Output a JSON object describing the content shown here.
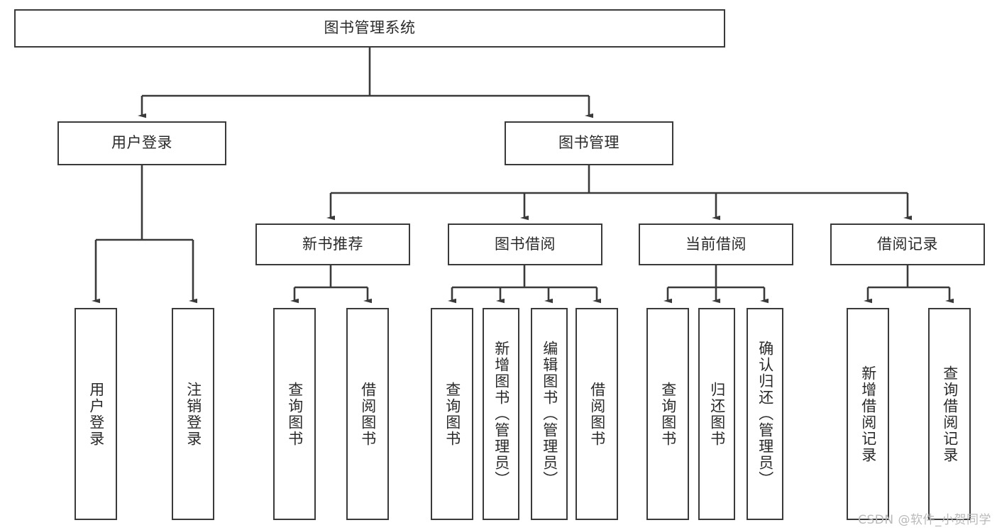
{
  "diagram": {
    "type": "tree",
    "title": "图书管理系统",
    "watermark": "CSDN @软件_小贺同学",
    "colors": {
      "stroke": "#3a3a3a",
      "fill": "#ffffff",
      "text": "#2a2a2a",
      "watermark": "#b9b9b9"
    },
    "levels": {
      "root": {
        "label": "图书管理系统"
      },
      "level2": [
        {
          "id": "user-login",
          "label": "用户登录"
        },
        {
          "id": "book-management",
          "label": "图书管理"
        }
      ],
      "level3": [
        {
          "id": "new-book-recommend",
          "label": "新书推荐"
        },
        {
          "id": "book-borrow",
          "label": "图书借阅"
        },
        {
          "id": "current-borrow",
          "label": "当前借阅"
        },
        {
          "id": "borrow-record",
          "label": "借阅记录"
        }
      ],
      "leaves": [
        {
          "id": "leaf-user-login",
          "label": "用户登录",
          "parent": "user-login"
        },
        {
          "id": "leaf-user-logout",
          "label": "注销登录",
          "parent": "user-login"
        },
        {
          "id": "leaf-query-book-1",
          "label": "查询图书",
          "parent": "new-book-recommend"
        },
        {
          "id": "leaf-borrow-book-1",
          "label": "借阅图书",
          "parent": "new-book-recommend"
        },
        {
          "id": "leaf-query-book-2",
          "label": "查询图书",
          "parent": "book-borrow"
        },
        {
          "id": "leaf-add-book",
          "label": "新增图书（管理员）",
          "parent": "book-borrow"
        },
        {
          "id": "leaf-edit-book",
          "label": "编辑图书（管理员）",
          "parent": "book-borrow"
        },
        {
          "id": "leaf-borrow-book-2",
          "label": "借阅图书",
          "parent": "book-borrow"
        },
        {
          "id": "leaf-query-book-3",
          "label": "查询图书",
          "parent": "current-borrow"
        },
        {
          "id": "leaf-return-book",
          "label": "归还图书",
          "parent": "current-borrow"
        },
        {
          "id": "leaf-confirm-return",
          "label": "确认归还（管理员）",
          "parent": "current-borrow"
        },
        {
          "id": "leaf-add-record",
          "label": "新增借阅记录",
          "parent": "borrow-record"
        },
        {
          "id": "leaf-query-record",
          "label": "查询借阅记录",
          "parent": "borrow-record"
        }
      ]
    }
  }
}
